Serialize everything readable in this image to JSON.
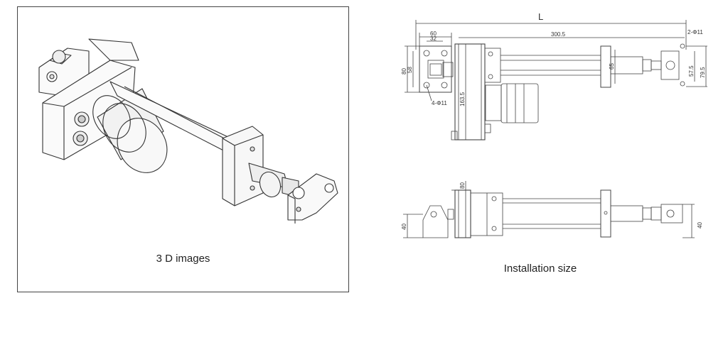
{
  "panel_3d": {
    "caption": "3 D images"
  },
  "installation": {
    "caption": "Installation size",
    "top_view": {
      "overall_length_label": "L",
      "dim_60": "60",
      "dim_32": "32",
      "dim_300_5": "300.5",
      "hole_label_right": "2-Φ11",
      "dim_80": "80",
      "dim_58": "58",
      "dim_163_5": "163.5",
      "dim_65": "65",
      "dim_57_5": "57.5",
      "dim_79_5": "79.5",
      "hole_label_left": "4-Φ11"
    },
    "side_view": {
      "dim_80": "80",
      "dim_40_left": "40",
      "dim_40_right": "40"
    }
  }
}
